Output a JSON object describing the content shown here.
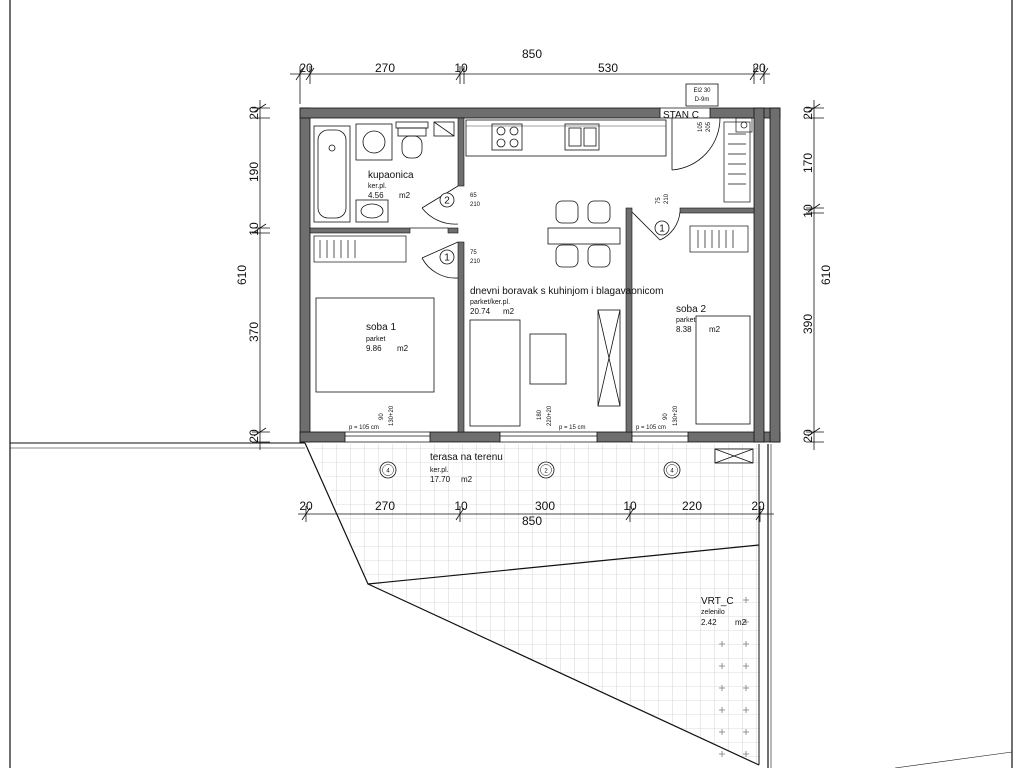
{
  "colors": {
    "wall": "#6e6e6e",
    "ink": "#111111",
    "hatch": "#9a9a9a",
    "green": "#7a7a7a"
  },
  "dimensions": {
    "top_total": "850",
    "top_segments": [
      "20",
      "270",
      "10",
      "530",
      "20"
    ],
    "terrace_total": "850",
    "terrace_segments": [
      "20",
      "270",
      "10",
      "300",
      "10",
      "220",
      "20"
    ],
    "left_total": "610",
    "left_segments": [
      "20",
      "190",
      "10",
      "370",
      "20"
    ],
    "right_total": "610",
    "right_segments": [
      "20",
      "170",
      "10",
      "390",
      "20"
    ]
  },
  "rooms": {
    "bathroom": {
      "name": "kupaonica",
      "floor": "ker.pl.",
      "area": "4.56",
      "unit": "m2"
    },
    "bedroom1": {
      "name": "soba 1",
      "floor": "parket",
      "area": "9.86",
      "unit": "m2"
    },
    "living": {
      "name": "dnevni boravak s kuhinjom i blagavaonicom",
      "floor": "parket/ker.pl.",
      "area": "20.74",
      "unit": "m2"
    },
    "bedroom2": {
      "name": "soba 2",
      "floor": "parket",
      "area": "8.38",
      "unit": "m2"
    },
    "terrace": {
      "name": "terasa na terenu",
      "floor": "ker.pl.",
      "area": "17.70",
      "unit": "m2"
    },
    "garden": {
      "name": "VRT_C",
      "floor": "zelenilo",
      "area": "2.42",
      "unit": "m2"
    }
  },
  "apartment_label": "STAN C",
  "panel_label": "El2 30",
  "panel_sub": "D-9m",
  "doors": [
    {
      "tag": "2",
      "w": "65",
      "h": "210"
    },
    {
      "tag": "1",
      "w": "75",
      "h": "210"
    },
    {
      "tag": "1",
      "w": "75",
      "h": "210"
    }
  ],
  "entry_door": {
    "w": "105",
    "h": "205"
  },
  "windows": [
    {
      "tag": "4",
      "w": "90",
      "h": "130+20",
      "sill": "p = 105 cm"
    },
    {
      "tag": "2",
      "w": "180",
      "h": "220+20",
      "sill": "p = 15 cm"
    },
    {
      "tag": "4",
      "w": "90",
      "h": "130+20",
      "sill": "p = 105 cm"
    }
  ]
}
